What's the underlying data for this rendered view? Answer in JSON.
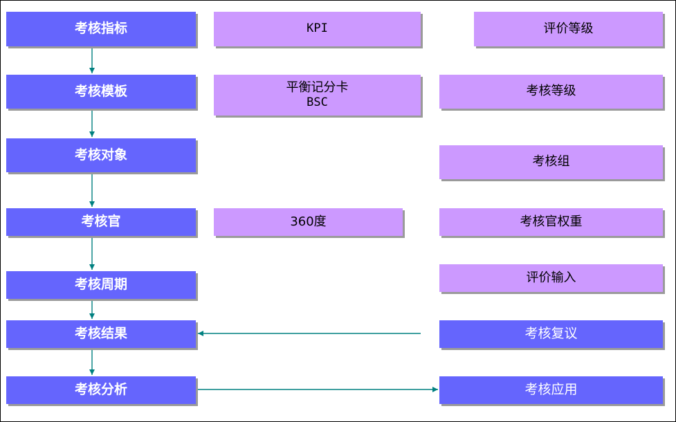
{
  "left_column": [
    "考核指标",
    "考核模板",
    "考核对象",
    "考核官",
    "考核周期",
    "考核结果",
    "考核分析"
  ],
  "middle_column": {
    "kpi": "KPI",
    "bsc_line1": "平衡记分卡",
    "bsc_line2": "BSC",
    "degree360": "360度"
  },
  "right_column": {
    "rating_levels": "评价等级",
    "assessment_levels": "考核等级",
    "assessment_group": "考核组",
    "assessor_weight": "考核官权重",
    "evaluation_input": "评价输入",
    "review": "考核复议",
    "application": "考核应用"
  },
  "colors": {
    "primary_box": "#6565fd",
    "secondary_box": "#cc99ff",
    "arrow": "#008080",
    "shadow": "#9a9a9a"
  }
}
